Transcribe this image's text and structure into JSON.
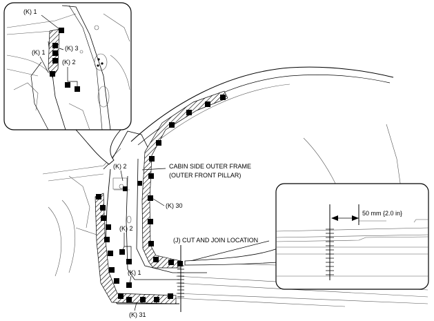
{
  "labels": {
    "k1_inset_top": "(K) 1",
    "k1_inset_mid": "(K) 1",
    "k3_inset": "(K) 3",
    "k2_inset": "(K) 2",
    "k2_main_top": "(K) 2",
    "cabin_frame_line1": "CABIN SIDE OUTER FRAME",
    "cabin_frame_line2": "(OUTER FRONT PILLAR)",
    "k30": "(K) 30",
    "k2_main_mid": "(K) 2",
    "cut_join": "(J) CUT AND JOIN LOCATION",
    "k1_main": "(K) 1",
    "k31": "(K) 31",
    "dimension": "50 mm {2.0 in}"
  },
  "colors": {
    "ink": "#000000",
    "hatch": "#000000",
    "background": "#ffffff"
  }
}
